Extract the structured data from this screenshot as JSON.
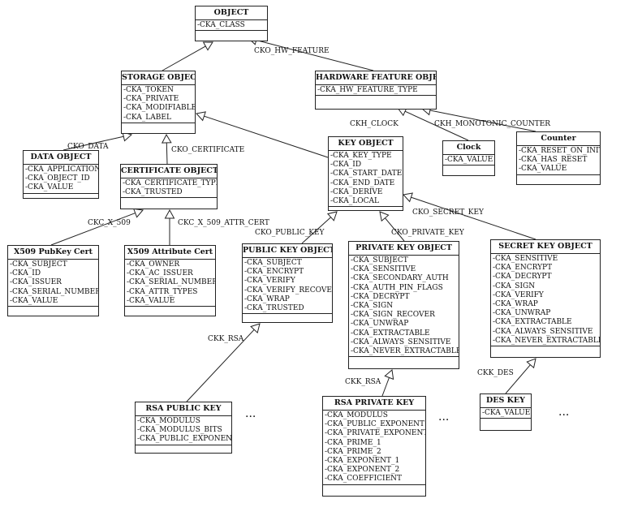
{
  "classes": {
    "object": {
      "title": "OBJECT",
      "attrs": [
        "-CKA_CLASS"
      ]
    },
    "storage_object": {
      "title": "STORAGE OBJECT",
      "attrs": [
        "-CKA_TOKEN",
        "-CKA_PRIVATE",
        "-CKA_MODIFIABLE",
        "-CKA_LABEL"
      ]
    },
    "hardware_feature_object": {
      "title": "HARDWARE FEATURE OBJECT",
      "attrs": [
        "-CKA_HW_FEATURE_TYPE"
      ]
    },
    "data_object": {
      "title": "DATA OBJECT",
      "attrs": [
        "-CKA_APPLICATION",
        "-CKA_OBJECT_ID",
        "-CKA_VALUE"
      ]
    },
    "certificate_object": {
      "title": "CERTIFICATE OBJECT",
      "attrs": [
        "-CKA_CERTIFICATE_TYPE",
        "-CKA_TRUSTED"
      ]
    },
    "key_object": {
      "title": "KEY OBJECT",
      "attrs": [
        "-CKA_KEY_TYPE",
        "-CKA_ID",
        "-CKA_START_DATE",
        "-CKA_END_DATE",
        "-CKA_DERIVE",
        "-CKA_LOCAL"
      ]
    },
    "clock": {
      "title": "Clock",
      "attrs": [
        "-CKA_VALUE"
      ]
    },
    "counter": {
      "title": "Counter",
      "attrs": [
        "-CKA_RESET_ON_INIT",
        "-CKA_HAS_RESET",
        "-CKA_VALUE"
      ]
    },
    "x509_pubkey_cert": {
      "title": "X509 PubKey Cert",
      "attrs": [
        "-CKA_SUBJECT",
        "-CKA_ID",
        "-CKA_ISSUER",
        "-CKA_SERIAL_NUMBER",
        "-CKA_VALUE"
      ]
    },
    "x509_attribute_cert": {
      "title": "X509 Attribute Cert",
      "attrs": [
        "-CKA_OWNER",
        "-CKA_AC_ISSUER",
        "-CKA_SERIAL_NUMBER",
        "-CKA_ATTR_TYPES",
        "-CKA_VALUE"
      ]
    },
    "public_key_object": {
      "title": "PUBLIC KEY OBJECT",
      "attrs": [
        "-CKA_SUBJECT",
        "-CKA_ENCRYPT",
        "-CKA_VERIFY",
        "-CKA_VERIFY_RECOVER",
        "-CKA_WRAP",
        "-CKA_TRUSTED"
      ]
    },
    "private_key_object": {
      "title": "PRIVATE KEY OBJECT",
      "attrs": [
        "-CKA_SUBJECT",
        "-CKA_SENSITIVE",
        "-CKA_SECONDARY_AUTH",
        "-CKA_AUTH_PIN_FLAGS",
        "-CKA_DECRYPT",
        "-CKA_SIGN",
        "-CKA_SIGN_RECOVER",
        "-CKA_UNWRAP",
        "-CKA_EXTRACTABLE",
        "-CKA_ALWAYS_SENSITIVE",
        "-CKA_NEVER_EXTRACTABLE"
      ]
    },
    "secret_key_object": {
      "title": "SECRET KEY OBJECT",
      "attrs": [
        "-CKA_SENSITIVE",
        "-CKA_ENCRYPT",
        "-CKA_DECRYPT",
        "-CKA_SIGN",
        "-CKA_VERIFY",
        "-CKA_WRAP",
        "-CKA_UNWRAP",
        "-CKA_EXTRACTABLE",
        "-CKA_ALWAYS_SENSITIVE",
        "-CKA_NEVER_EXTRACTABLE"
      ]
    },
    "rsa_public_key": {
      "title": "RSA PUBLIC KEY",
      "attrs": [
        "-CKA_MODULUS",
        "-CKA_MODULUS_BITS",
        "-CKA_PUBLIC_EXPONENT"
      ]
    },
    "rsa_private_key": {
      "title": "RSA PRIVATE KEY",
      "attrs": [
        "-CKA_MODULUS",
        "-CKA_PUBLIC_EXPONENT",
        "-CKA_PRIVATE_EXPONENT",
        "-CKA_PRIME_1",
        "-CKA_PRIME_2",
        "-CKA_EXPONENT_1",
        "-CKA_EXPONENT_2",
        "-CKA_COEFFICIENT"
      ]
    },
    "des_key": {
      "title": "DES KEY",
      "attrs": [
        "-CKA_VALUE"
      ]
    }
  },
  "edge_labels": {
    "cko_hw_feature": "CKO_HW_FEATURE",
    "cko_data": "CKO_DATA",
    "cko_certificate": "CKO_CERTIFICATE",
    "ckh_clock": "CKH_CLOCK",
    "ckh_monotonic_counter": "CKH_MONOTONIC_COUNTER",
    "ckc_x_509": "CKC_X_509",
    "ckc_x_509_attr_cert": "CKC_X_509_ATTR_CERT",
    "cko_public_key": "CKO_PUBLIC_KEY",
    "cko_private_key": "CKO_PRIVATE_KEY",
    "cko_secret_key": "CKO_SECRET_KEY",
    "ckk_rsa_public": "CKK_RSA",
    "ckk_rsa_private": "CKK_RSA",
    "ckk_des": "CKK_DES"
  },
  "ellipsis": {
    "e1": "...",
    "e2": "...",
    "e3": "..."
  }
}
